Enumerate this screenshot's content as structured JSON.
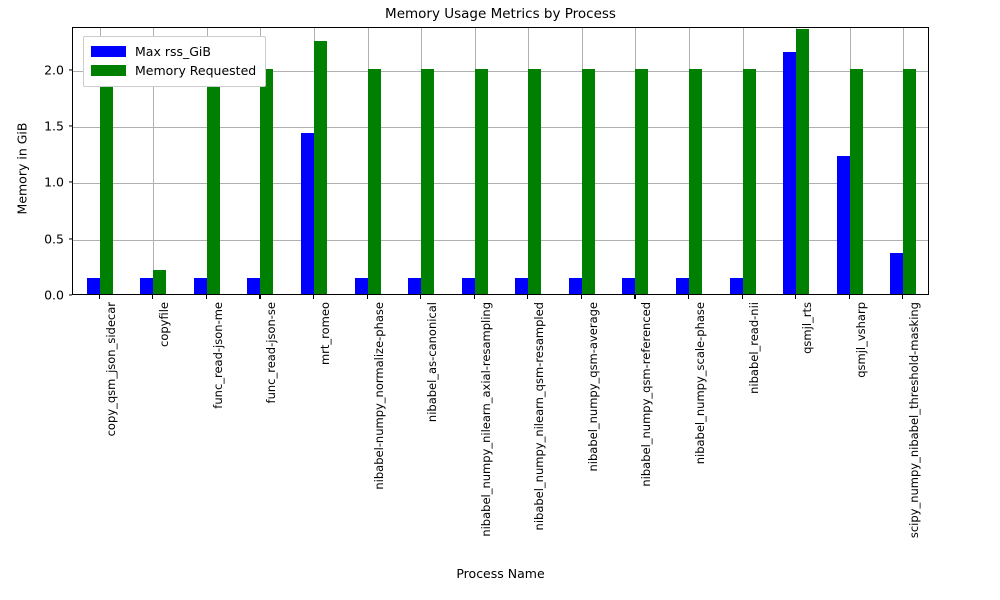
{
  "chart_data": {
    "type": "bar",
    "title": "Memory Usage Metrics by Process",
    "xlabel": "Process Name",
    "ylabel": "Memory in GiB",
    "ylim": [
      0.0,
      2.38
    ],
    "yticks": [
      "0.0",
      "0.5",
      "1.0",
      "1.5",
      "2.0"
    ],
    "ytick_values": [
      0.0,
      0.5,
      1.0,
      1.5,
      2.0
    ],
    "grid": true,
    "legend_position": "upper left",
    "categories": [
      "copy_qsm_json_sidecar",
      "copyfile",
      "func_read-json-me",
      "func_read-json-se",
      "mrt_romeo",
      "nibabel-numpy_normalize-phase",
      "nibabel_as-canonical",
      "nibabel_numpy_nilearn_axial-resampling",
      "nibabel_numpy_nilearn_qsm-resampled",
      "nibabel_numpy_qsm-average",
      "nibabel_numpy_qsm-referenced",
      "nibabel_numpy_scale-phase",
      "nibabel_read-nii",
      "qsmjl_rts",
      "qsmjl_vsharp",
      "scipy_numpy_nibabel_threshold-masking"
    ],
    "series": [
      {
        "name": "Max rss_GiB",
        "color": "#0000ff",
        "values": [
          0.145,
          0.145,
          0.145,
          0.145,
          1.43,
          0.145,
          0.145,
          0.145,
          0.145,
          0.145,
          0.145,
          0.145,
          0.145,
          2.15,
          1.23,
          0.36
        ]
      },
      {
        "name": "Memory Requested",
        "color": "#008000",
        "values": [
          2.0,
          0.21,
          2.0,
          2.0,
          2.25,
          2.0,
          2.0,
          2.0,
          2.0,
          2.0,
          2.0,
          2.0,
          2.0,
          2.35,
          2.0,
          2.0
        ]
      }
    ]
  }
}
